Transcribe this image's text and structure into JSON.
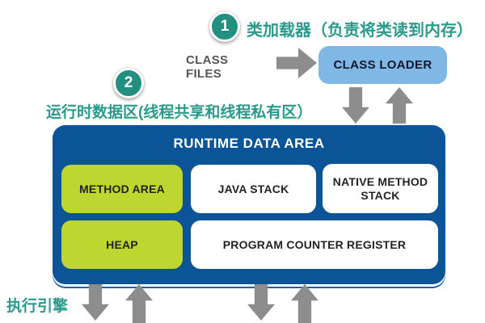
{
  "colors": {
    "teal_accent": "#2B9A8B",
    "badge_teal": "#238F81",
    "runtime_box_blue": "#0A5497",
    "class_loader_blue": "#7FB7E5",
    "cell_green": "#BFD630",
    "cell_white": "#FFFFFF",
    "arrow_gray": "#8D8D8D"
  },
  "steps": {
    "step1": {
      "number": "1",
      "label": "类加载器（负责将类读到内存）"
    },
    "step2": {
      "number": "2",
      "label": "运行时数据区(线程共享和线程私有区）"
    }
  },
  "flow": {
    "class_files_label": "CLASS FILES",
    "class_loader_label": "CLASS LOADER",
    "execution_engine_label": "执行引擎"
  },
  "runtime_area": {
    "title": "RUNTIME DATA AREA",
    "cells": [
      {
        "label": "METHOD AREA",
        "style": "green"
      },
      {
        "label": "JAVA STACK",
        "style": "white"
      },
      {
        "label": "NATIVE METHOD STACK",
        "style": "white"
      },
      {
        "label": "HEAP",
        "style": "green"
      },
      {
        "label": "PROGRAM COUNTER REGISTER",
        "style": "white"
      }
    ]
  },
  "icons": {
    "arrow_right": "arrow-right-icon",
    "arrow_down": "arrow-down-icon",
    "arrow_up": "arrow-up-icon"
  }
}
